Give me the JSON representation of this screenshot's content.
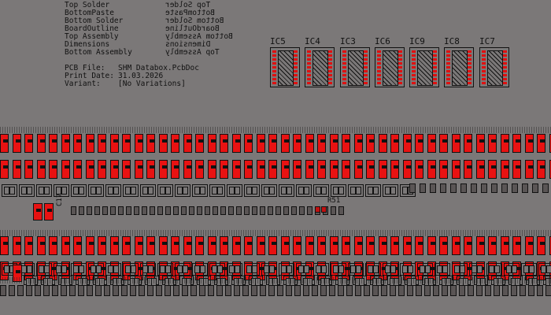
{
  "legend": {
    "layers_left": [
      "Top Solder",
      "BottomPaste",
      "Bottom Solder",
      "BoardOutline",
      "Top Assembly",
      "Dimensions",
      "Bottom Assembly"
    ],
    "layers_right": [
      "Top Solder",
      "BottomPaste",
      "Bottom Solder",
      "BoardOutline",
      "Bottom Assembly",
      "Dimensions",
      "Top Assembly"
    ],
    "pcb_file_label": "PCB File:",
    "pcb_file_value": "SHM Databox.PcbDoc",
    "print_date_label": "Print Date:",
    "print_date_value": "31.03.2026",
    "variant_label": "Variant:",
    "variant_value": "[No Variations]"
  },
  "ics": [
    "IC5",
    "IC4",
    "IC3",
    "IC6",
    "IC9",
    "IC8",
    "IC7"
  ],
  "labels": {
    "c17": "C17",
    "r51": "R51"
  },
  "colors": {
    "background": "#7b7878",
    "pad": "#e81212",
    "outline": "#111111"
  }
}
